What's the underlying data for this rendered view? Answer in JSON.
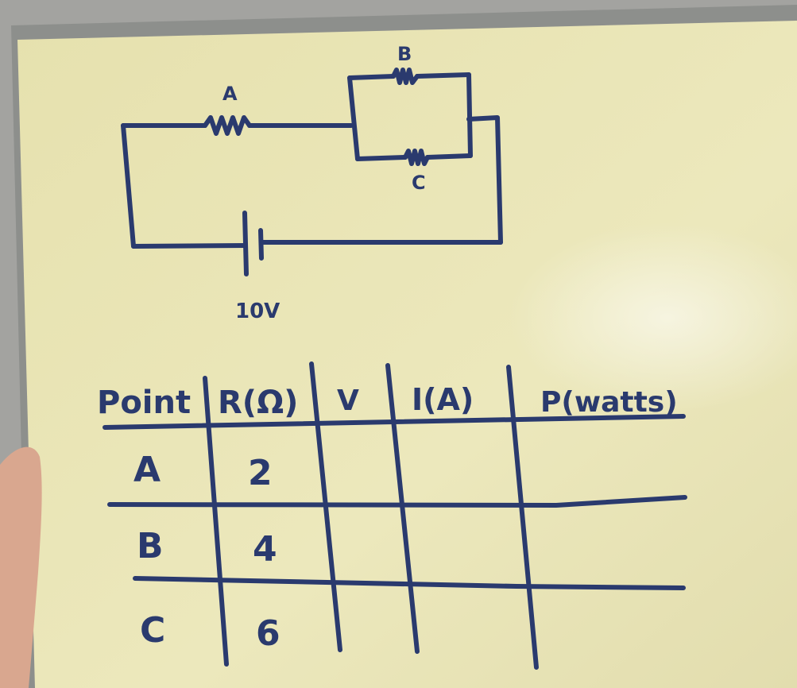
{
  "circuit": {
    "label_a": "A",
    "label_b": "B",
    "label_c": "C",
    "battery_voltage": "10V"
  },
  "table": {
    "headers": [
      "Point",
      "R(Ω)",
      "V",
      "I(A)",
      "P(watts)"
    ],
    "rows": [
      {
        "point": "A",
        "r": "2",
        "v": "",
        "i": "",
        "p": ""
      },
      {
        "point": "B",
        "r": "4",
        "v": "",
        "i": "",
        "p": ""
      },
      {
        "point": "C",
        "r": "6",
        "v": "",
        "i": "",
        "p": ""
      }
    ]
  },
  "colors": {
    "board": "#ece8b8",
    "ink": "#2a3a6e",
    "frame": "#8d8f8c"
  }
}
